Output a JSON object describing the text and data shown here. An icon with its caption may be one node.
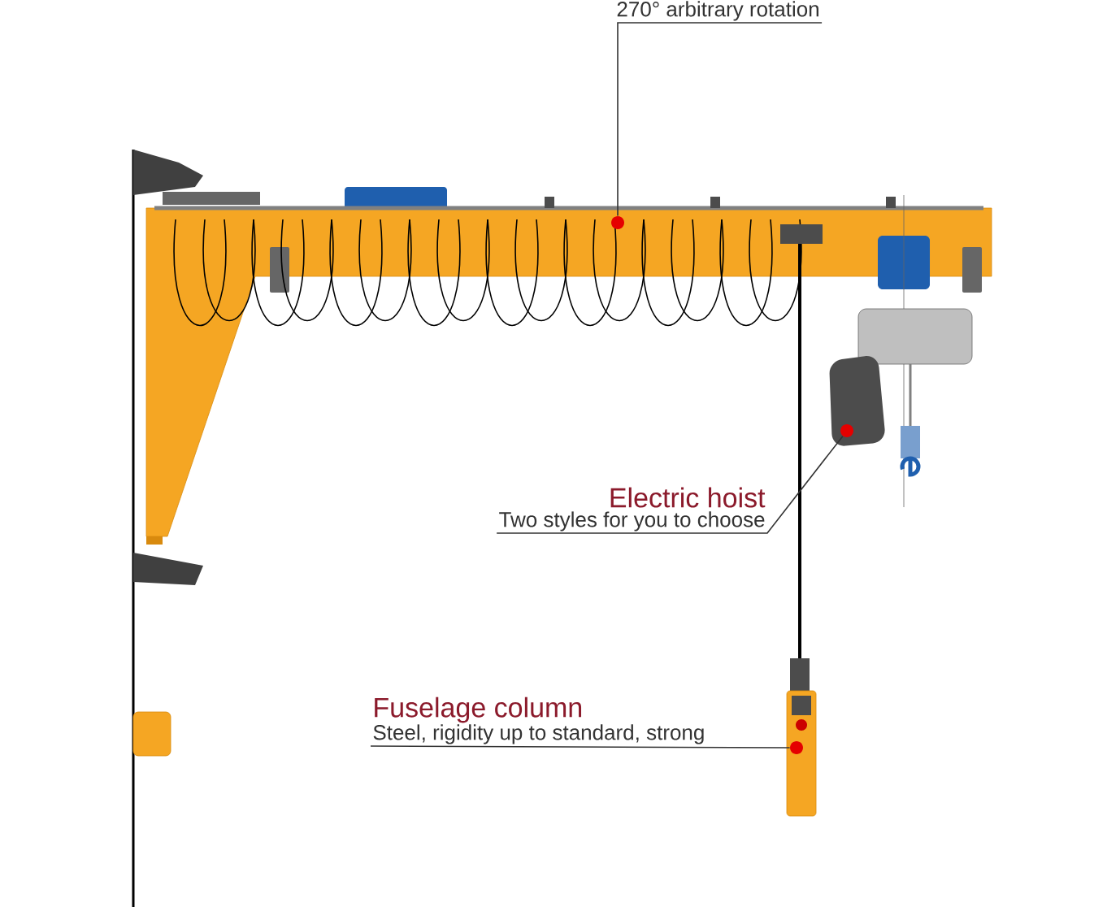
{
  "diagram": {
    "nodes": [
      {
        "text": [
          "270° arbitrary rotation"
        ]
      },
      {
        "text": [],
        "shape": "circle"
      },
      {
        "text": [
          "Electric hoist",
          "Two styles for you to choose"
        ]
      },
      {
        "text": [],
        "shape": "circle"
      },
      {
        "text": [
          "Fuselage column",
          "Steel, rigidity up to standard, strong"
        ]
      },
      {
        "text": [],
        "shape": "circle"
      }
    ],
    "edges": [
      {
        "from": 0,
        "to": 1,
        "arrow": "none"
      },
      {
        "from": 2,
        "to": 3,
        "arrow": "none"
      },
      {
        "from": 4,
        "to": 5,
        "arrow": "none"
      }
    ]
  }
}
